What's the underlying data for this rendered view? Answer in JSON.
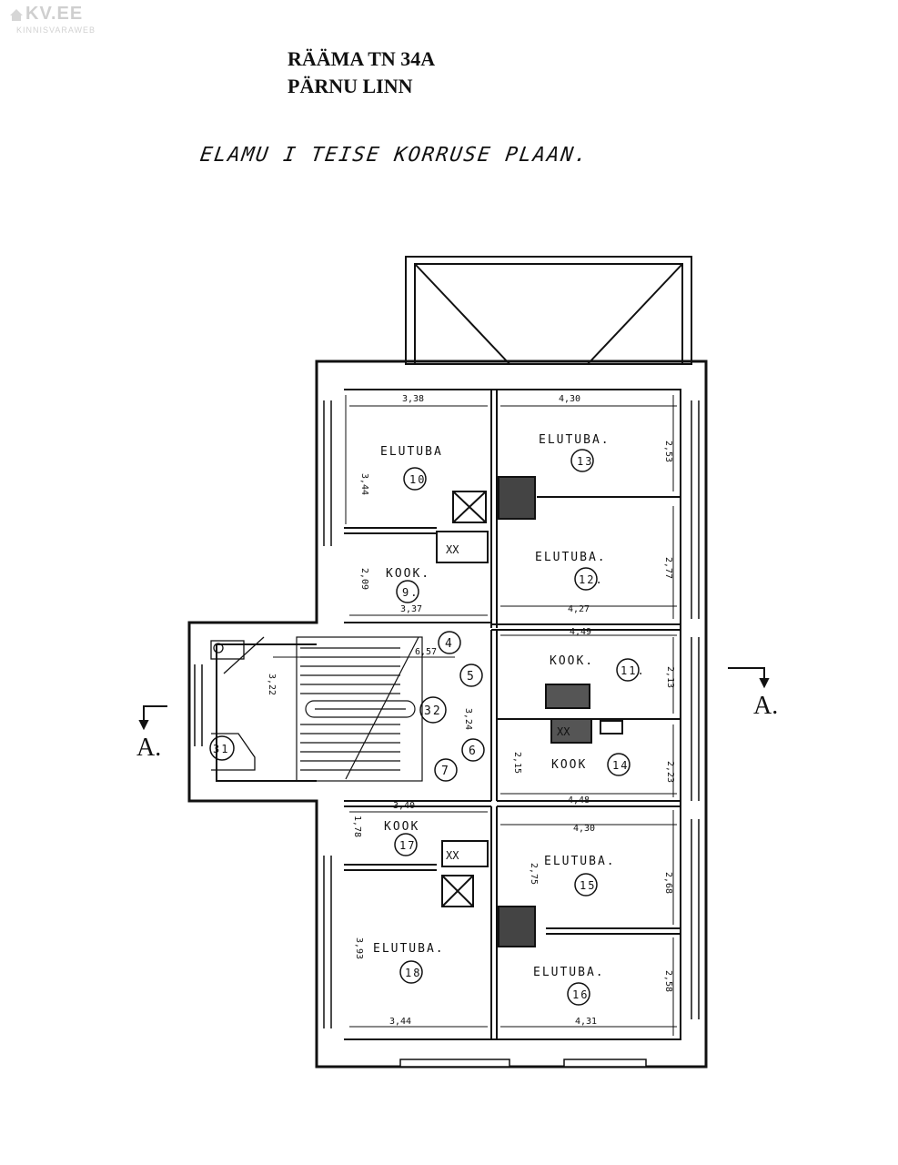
{
  "logo": {
    "main": "KV.EE",
    "sub": "KINNISVARAWEB"
  },
  "header": {
    "title_line1": "RÄÄMA TN 34A",
    "title_line2": "PÄRNU LINN",
    "subtitle": "ELAMU I TEISE KORRUSE PLAAN."
  },
  "rooms": [
    {
      "id": "r10",
      "name": "ELUTUBA",
      "number": "10"
    },
    {
      "id": "r13",
      "name": "ELUTUBA.",
      "number": "13"
    },
    {
      "id": "r12",
      "name": "ELUTUBA.",
      "number": "12."
    },
    {
      "id": "r9",
      "name": "KOOK.",
      "number": "9."
    },
    {
      "id": "r11",
      "name": "KOOK.",
      "number": "11."
    },
    {
      "id": "r14",
      "name": "KOOK",
      "number": "14"
    },
    {
      "id": "r17",
      "name": "KOOK",
      "number": "17"
    },
    {
      "id": "r15",
      "name": "ELUTUBA.",
      "number": "15"
    },
    {
      "id": "r18",
      "name": "ELUTUBA.",
      "number": "18"
    },
    {
      "id": "r16",
      "name": "ELUTUBA.",
      "number": "16"
    },
    {
      "id": "r4",
      "name": "",
      "number": "4"
    },
    {
      "id": "r5",
      "name": "",
      "number": "5"
    },
    {
      "id": "r6",
      "name": "",
      "number": "6"
    },
    {
      "id": "r7",
      "name": "",
      "number": "7"
    },
    {
      "id": "r32",
      "name": "",
      "number": "32"
    },
    {
      "id": "r31",
      "name": "",
      "number": "31"
    }
  ],
  "dimensions": {
    "d_338": "3,38",
    "d_430a": "4,30",
    "d_344a": "3,44",
    "d_253": "2,53",
    "d_277": "2,77",
    "d_209": "2,09",
    "d_337": "3,37",
    "d_427": "4,27",
    "d_449": "4,49",
    "d_657": "6,57",
    "d_213": "2,13",
    "d_322": "3,22",
    "d_324": "3,24",
    "d_215": "2,15",
    "d_223": "2,23",
    "d_340": "3,40",
    "d_448": "4,48",
    "d_178": "1,78",
    "d_430b": "4,30",
    "d_275": "2,75",
    "d_268": "2,68",
    "d_393": "3,93",
    "d_258": "2,58",
    "d_344b": "3,44",
    "d_431": "4,31"
  },
  "section_marks": {
    "left": "A.",
    "right": "A."
  },
  "stove_marks": {
    "s1": "XX",
    "s2": "XX",
    "s3": "XX"
  }
}
